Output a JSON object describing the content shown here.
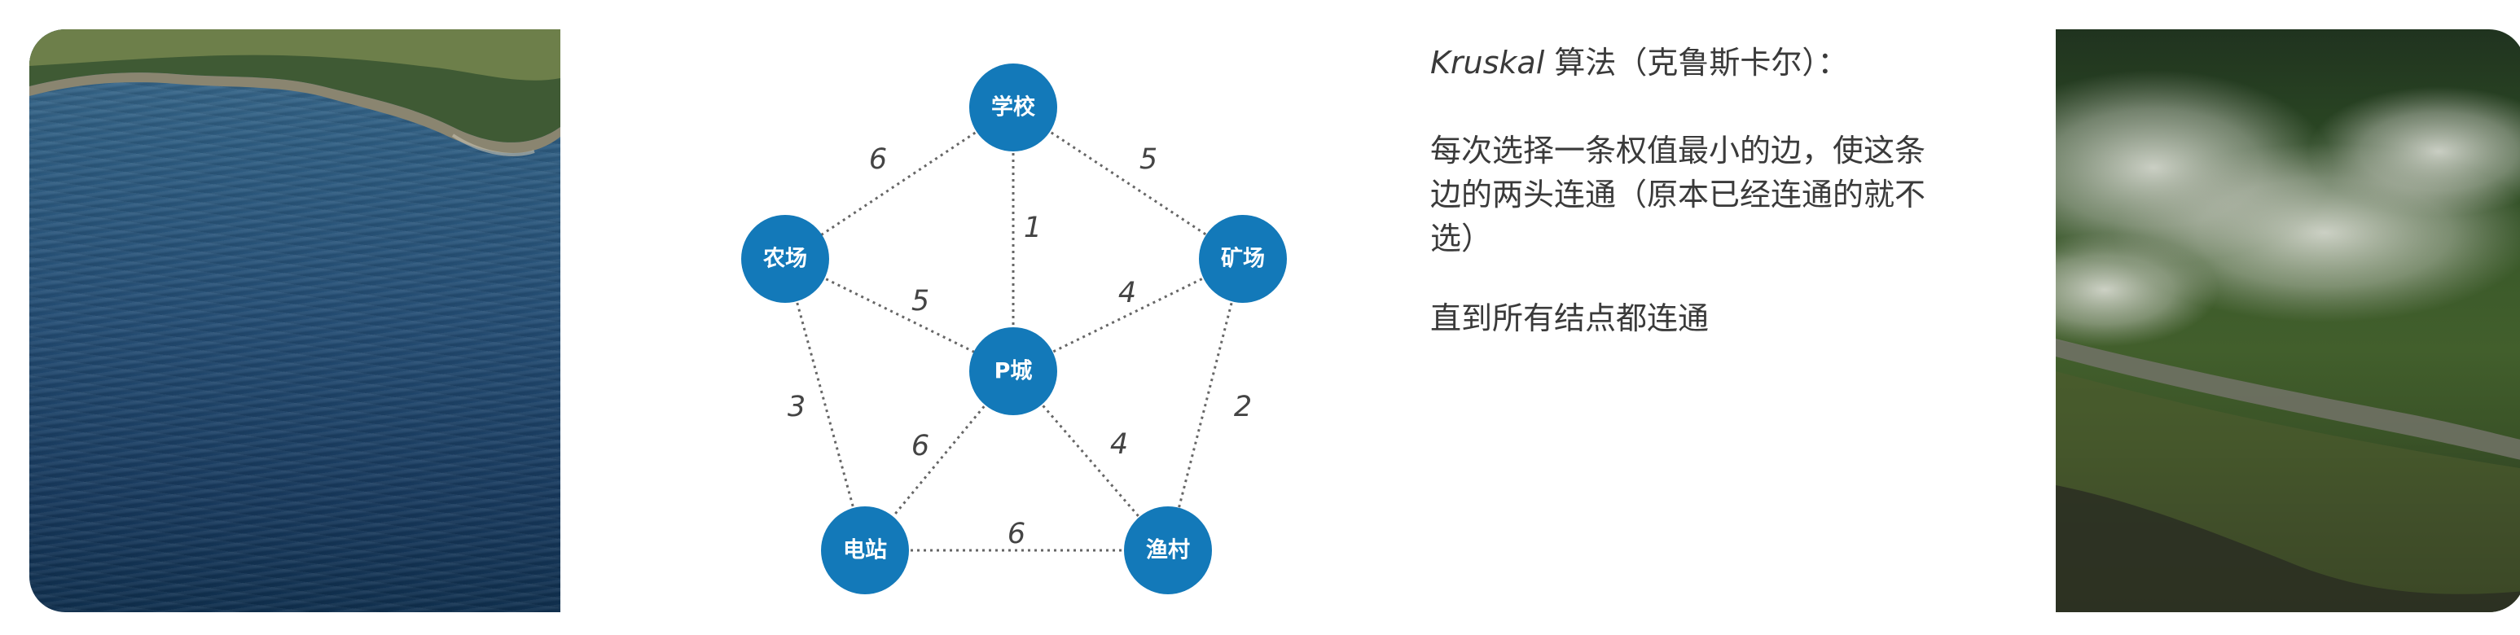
{
  "diagram": {
    "nodes": [
      {
        "id": "school",
        "label": "学校"
      },
      {
        "id": "farm",
        "label": "农场"
      },
      {
        "id": "mine",
        "label": "矿场"
      },
      {
        "id": "city",
        "label": "P城"
      },
      {
        "id": "station",
        "label": "电站"
      },
      {
        "id": "village",
        "label": "渔村"
      }
    ],
    "edges": [
      {
        "from": "school",
        "to": "farm",
        "weight": "6"
      },
      {
        "from": "school",
        "to": "mine",
        "weight": "5"
      },
      {
        "from": "school",
        "to": "city",
        "weight": "1"
      },
      {
        "from": "farm",
        "to": "city",
        "weight": "5"
      },
      {
        "from": "mine",
        "to": "city",
        "weight": "4"
      },
      {
        "from": "farm",
        "to": "station",
        "weight": "3"
      },
      {
        "from": "mine",
        "to": "village",
        "weight": "2"
      },
      {
        "from": "city",
        "to": "station",
        "weight": "6"
      },
      {
        "from": "city",
        "to": "village",
        "weight": "4"
      },
      {
        "from": "station",
        "to": "village",
        "weight": "6"
      }
    ],
    "colors": {
      "node": "#1379b9",
      "edge": "#666666"
    }
  },
  "text": {
    "title_italic": "Kruskal",
    "title_rest": " 算法（克鲁斯卡尔）：",
    "para1": "每次选择一条权值最小的边，使这条边的两头连通（原本已经连通的就不选）",
    "para2": "直到所有结点都连通"
  },
  "images": {
    "left": "ocean-photo",
    "right": "aerial-landscape-photo"
  }
}
